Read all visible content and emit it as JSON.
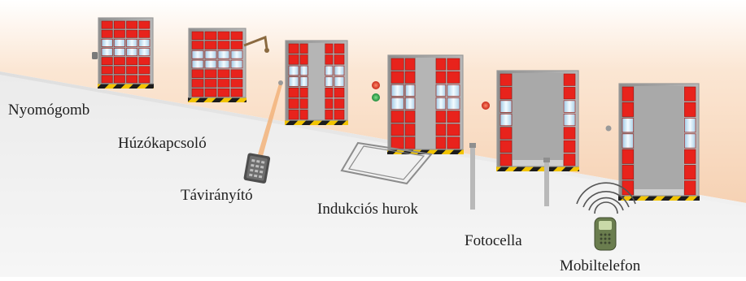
{
  "labels": {
    "push_button": "Nyomógomb",
    "pull_switch": "Húzókapcsoló",
    "remote_control": "Távirányító",
    "induction_loop": "Indukciós hurok",
    "photocell": "Fotocella",
    "mobile_phone": "Mobiltelefon"
  },
  "colors": {
    "wall": "#f7d8be",
    "floor": "#ececec",
    "panel_red": "#e8231c",
    "panel_glass": "#cfe6f3",
    "hazard_yellow": "#f2c400",
    "hazard_black": "#1c1c1c",
    "frame": "#9a9a9a"
  },
  "doors": [
    {
      "state": "closed"
    },
    {
      "state": "closed"
    },
    {
      "state": "opening"
    },
    {
      "state": "opening"
    },
    {
      "state": "open"
    },
    {
      "state": "open"
    }
  ]
}
